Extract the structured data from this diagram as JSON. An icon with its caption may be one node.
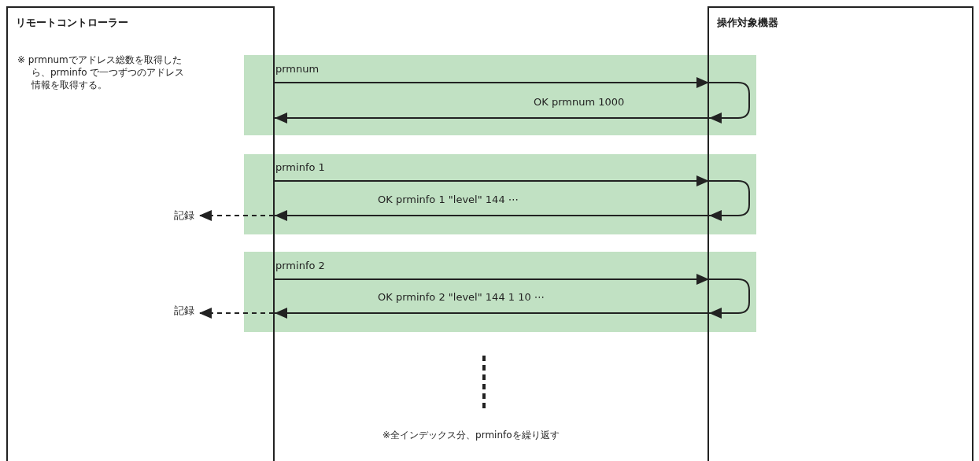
{
  "diagram": {
    "nodes": [
      {
        "text": [
          "リモートコントローラー"
        ]
      },
      {
        "text": [
          "操作対象機器"
        ]
      },
      {
        "text": [
          "記録"
        ],
        "in": 0
      },
      {
        "text": [
          "記録"
        ],
        "in": 0
      }
    ],
    "edges": [
      {
        "from": 0,
        "to": 1,
        "arrow": "to",
        "label": "prmnum"
      },
      {
        "from": 1,
        "to": 1,
        "arrow": "to"
      },
      {
        "from": 1,
        "to": 0,
        "arrow": "to",
        "label": "OK prmnum 1000"
      },
      {
        "from": 0,
        "to": 1,
        "arrow": "to",
        "label": "prminfo 1"
      },
      {
        "from": 1,
        "to": 1,
        "arrow": "to"
      },
      {
        "from": 1,
        "to": 0,
        "arrow": "to",
        "label": "OK prminfo 1 \"level\" 144 ⋯"
      },
      {
        "from": 0,
        "to": 2,
        "arrow": "to",
        "style": "dashed"
      },
      {
        "from": 0,
        "to": 1,
        "arrow": "to",
        "label": "prminfo 2"
      },
      {
        "from": 1,
        "to": 1,
        "arrow": "to"
      },
      {
        "from": 1,
        "to": 0,
        "arrow": "to",
        "label": "OK prminfo 2 \"level\" 144 1 10 ⋯"
      },
      {
        "from": 0,
        "to": 3,
        "arrow": "to",
        "style": "dashed"
      }
    ],
    "labels": [
      "※ prmnumでアドレス総数を取得したら、prminfo で一つずつのアドレス情報を取得する。",
      "※全インデックス分、prminfoを繰り返す"
    ]
  }
}
